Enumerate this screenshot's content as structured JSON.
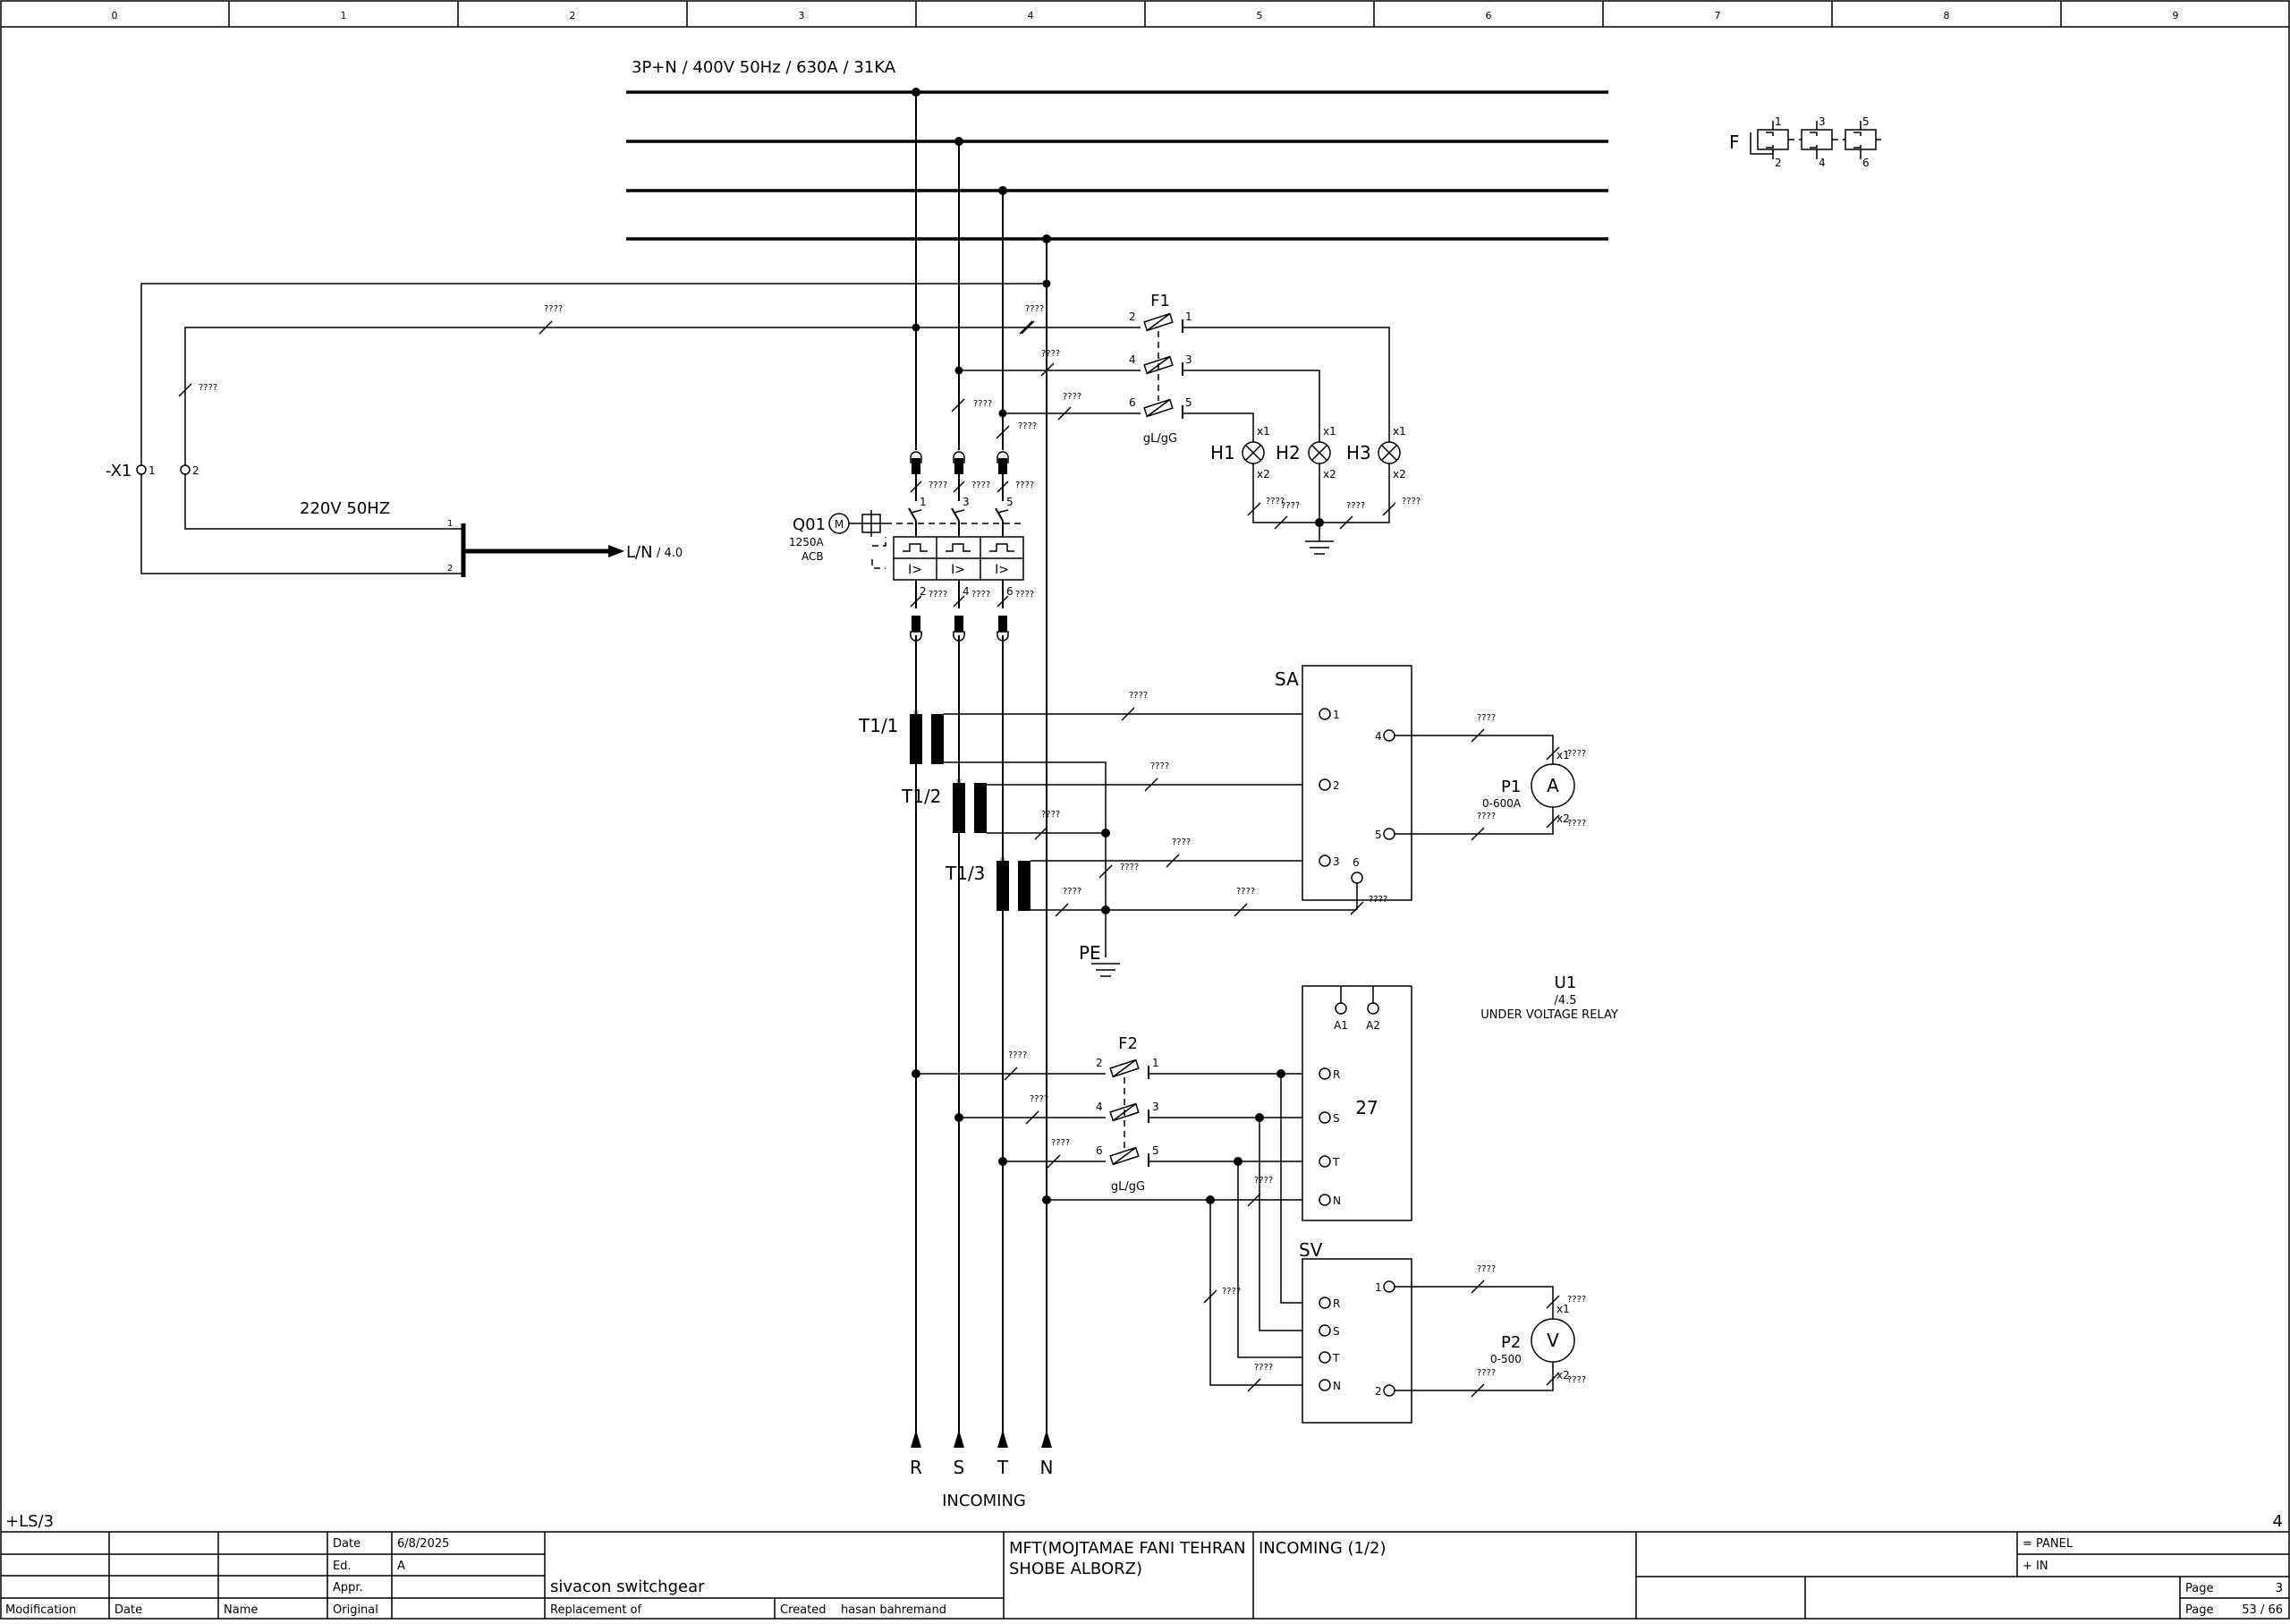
{
  "sheet": {
    "columns": [
      "0",
      "1",
      "2",
      "3",
      "4",
      "5",
      "6",
      "7",
      "8",
      "9"
    ],
    "location_tag": "+LS/3",
    "next_page": "4"
  },
  "busbar": {
    "rating": "3P+N / 400V 50Hz / 630A / 31KA",
    "incoming_label": "INCOMING",
    "phases": [
      "R",
      "S",
      "T",
      "N"
    ]
  },
  "wire_mark": "????",
  "terminal_x1": {
    "name": "-X1",
    "t1": "1",
    "t2": "2",
    "voltage": "220V 50HZ",
    "pin1": "1",
    "pin2": "2",
    "ref": "L/N",
    "ref_page": "/ 4.0"
  },
  "breaker": {
    "name": "Q01",
    "rating": "1250A",
    "type": "ACB",
    "motor": "M",
    "trip": "I>",
    "pins_top": [
      "1",
      "3",
      "5"
    ],
    "pins_bottom": [
      "2",
      "4",
      "6"
    ]
  },
  "fuse_f1": {
    "name": "F1",
    "type": "gL/gG",
    "pins_in": [
      "2",
      "4",
      "6"
    ],
    "pins_out": [
      "1",
      "3",
      "5"
    ]
  },
  "fuse_f2": {
    "name": "F2",
    "type": "gL/gG",
    "pins_in": [
      "2",
      "4",
      "6"
    ],
    "pins_out": [
      "1",
      "3",
      "5"
    ]
  },
  "legend_f": {
    "name": "F",
    "pins_top": [
      "1",
      "3",
      "5"
    ],
    "pins_bottom": [
      "2",
      "4",
      "6"
    ]
  },
  "lamps": [
    {
      "name": "H1",
      "a": "x1",
      "b": "x2"
    },
    {
      "name": "H2",
      "a": "x1",
      "b": "x2"
    },
    {
      "name": "H3",
      "a": "x1",
      "b": "x2"
    }
  ],
  "cts": [
    "T1/1",
    "T1/2",
    "T1/3"
  ],
  "pe_label": "PE",
  "ammeter_switch": {
    "name": "SA",
    "pins": [
      "1",
      "2",
      "3",
      "4",
      "5",
      "6"
    ]
  },
  "ammeter": {
    "name": "P1",
    "range": "0-600A",
    "symbol": "A",
    "a": "x1",
    "b": "x2"
  },
  "relay": {
    "name": "U1",
    "ref": "/4.5",
    "desc": "UNDER VOLTAGE RELAY",
    "code": "27",
    "a1": "A1",
    "a2": "A2",
    "inputs": [
      "R",
      "S",
      "T",
      "N"
    ]
  },
  "voltmeter_switch": {
    "name": "SV",
    "inputs": [
      "R",
      "S",
      "T",
      "N"
    ],
    "out1": "1",
    "out2": "2"
  },
  "voltmeter": {
    "name": "P2",
    "range": "0-500",
    "symbol": "V",
    "a": "x1",
    "b": "x2"
  },
  "title_block": {
    "date_label": "Date",
    "date": "6/8/2025",
    "ed_label": "Ed.",
    "ed": "A",
    "appr_label": "Appr.",
    "original_label": "Original",
    "modification_label": "Modification",
    "mod_date_label": "Date",
    "name_label": "Name",
    "company": "sivacon switchgear",
    "replacement_label": "Replacement of",
    "created_label": "Created",
    "created_by": "hasan bahremand",
    "project_line1": "MFT(MOJTAMAE FANI TEHRAN",
    "project_line2": "SHOBE ALBORZ)",
    "drawing_title": "INCOMING (1/2)",
    "function": "= PANEL",
    "location": "+ IN",
    "page_label": "Page",
    "page": "3",
    "page_label2": "Page",
    "page_total": "53 / 66"
  }
}
